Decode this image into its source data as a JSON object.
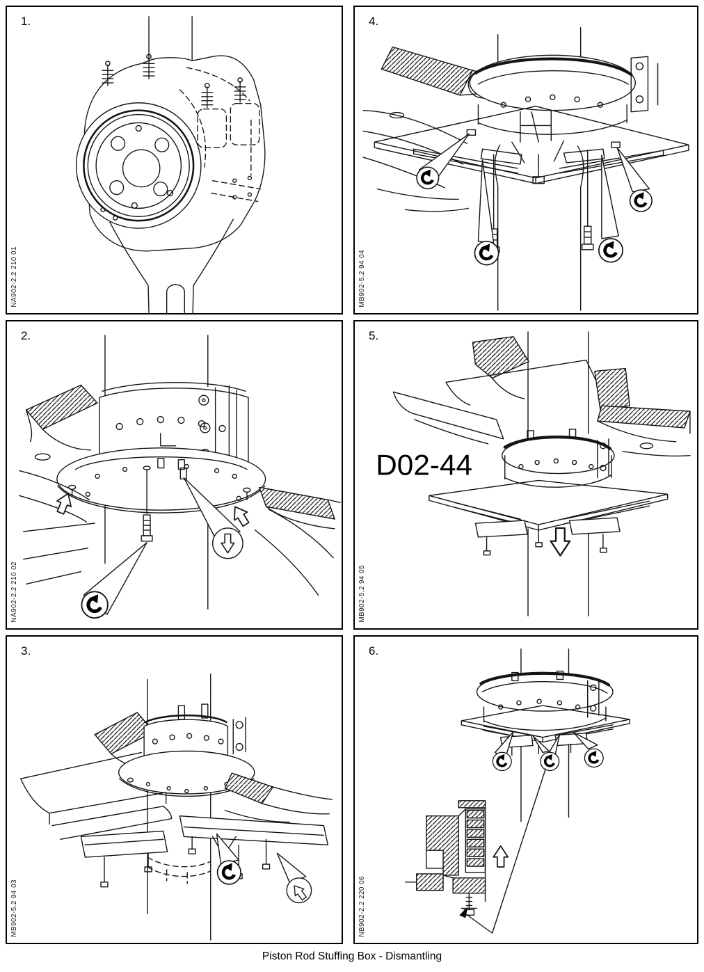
{
  "page": {
    "caption": "Piston Rod Stuffing Box - Dismantling"
  },
  "panels": [
    {
      "number": "1.",
      "code": "NA902-2.2 210 01"
    },
    {
      "number": "4.",
      "code": "MB902-5.2 94 04"
    },
    {
      "number": "2.",
      "code": "NA902-2.2 210 02"
    },
    {
      "number": "5.",
      "code": "MB902-5.2 94 05",
      "label": "D02-44"
    },
    {
      "number": "3.",
      "code": "MB902-5.2 94 03"
    },
    {
      "number": "6.",
      "code": "NB902-2.2 220 06"
    }
  ],
  "icons": {
    "rotate-arrow": "↺",
    "down-arrow": "⇩",
    "up-arrow": "⇧",
    "pointer-arrow": "⬆"
  }
}
